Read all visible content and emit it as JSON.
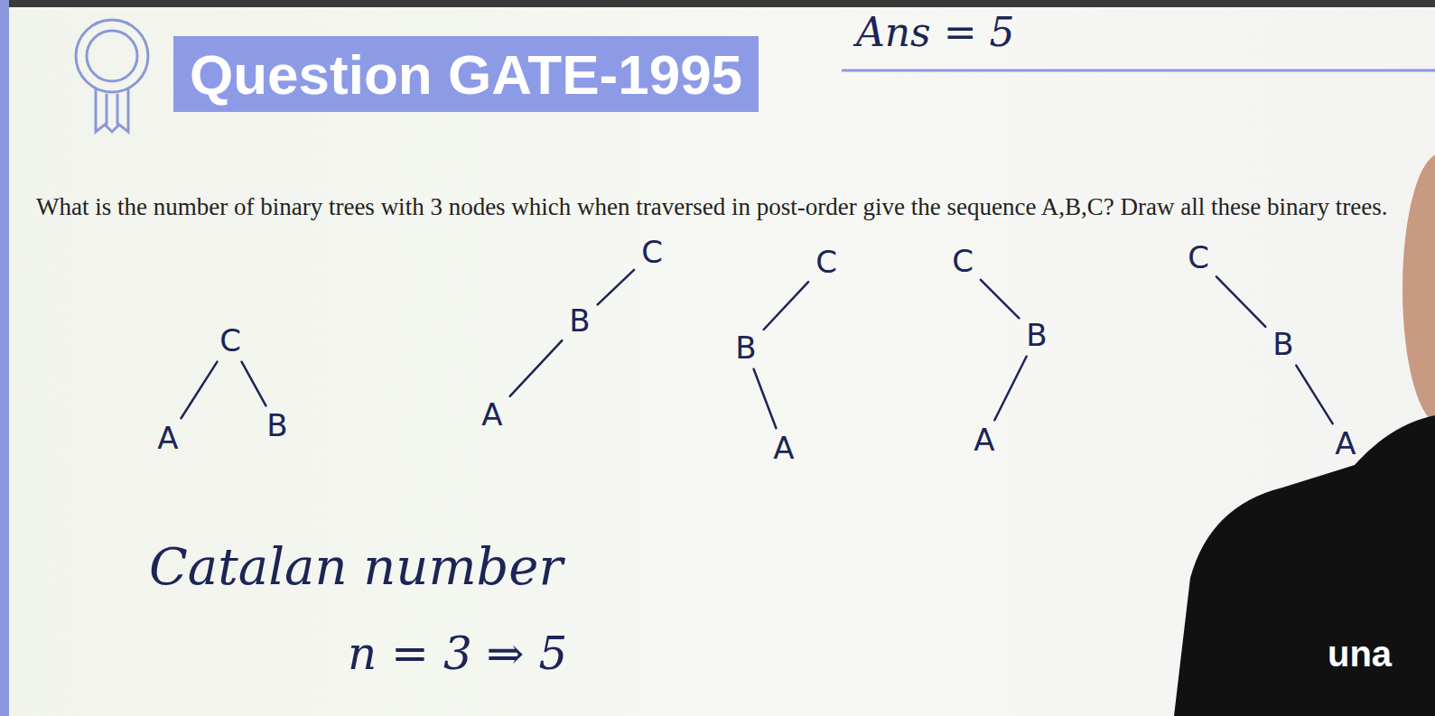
{
  "diagram": {
    "title": "Question GATE-1995",
    "nodes": [
      {
        "text": [
          "C"
        ]
      },
      {
        "text": [
          "A"
        ]
      },
      {
        "text": [
          "B"
        ]
      },
      {
        "text": [
          "C"
        ]
      },
      {
        "text": [
          "B"
        ]
      },
      {
        "text": [
          "A"
        ]
      },
      {
        "text": [
          "C"
        ]
      },
      {
        "text": [
          "B"
        ]
      },
      {
        "text": [
          "A"
        ]
      },
      {
        "text": [
          "C"
        ]
      },
      {
        "text": [
          "B"
        ]
      },
      {
        "text": [
          "A"
        ]
      },
      {
        "text": [
          "C"
        ]
      },
      {
        "text": [
          "B"
        ]
      },
      {
        "text": [
          "A"
        ]
      }
    ],
    "edges": [
      {
        "from": 0,
        "to": 1,
        "arrow": "none"
      },
      {
        "from": 0,
        "to": 2,
        "arrow": "none"
      },
      {
        "from": 3,
        "to": 4,
        "arrow": "none"
      },
      {
        "from": 4,
        "to": 5,
        "arrow": "none"
      },
      {
        "from": 6,
        "to": 7,
        "arrow": "none"
      },
      {
        "from": 7,
        "to": 8,
        "arrow": "none"
      },
      {
        "from": 9,
        "to": 10,
        "arrow": "none"
      },
      {
        "from": 10,
        "to": 11,
        "arrow": "none"
      },
      {
        "from": 12,
        "to": 13,
        "arrow": "none"
      },
      {
        "from": 13,
        "to": 14,
        "arrow": "none"
      }
    ],
    "labels": [
      "Ans = 5",
      "What is the number of binary trees with 3 nodes which when traversed in post-order give the sequence A,B,C? Draw all these binary trees.",
      "Catalan number",
      "n = 3 ⇒ 5",
      "una"
    ]
  }
}
